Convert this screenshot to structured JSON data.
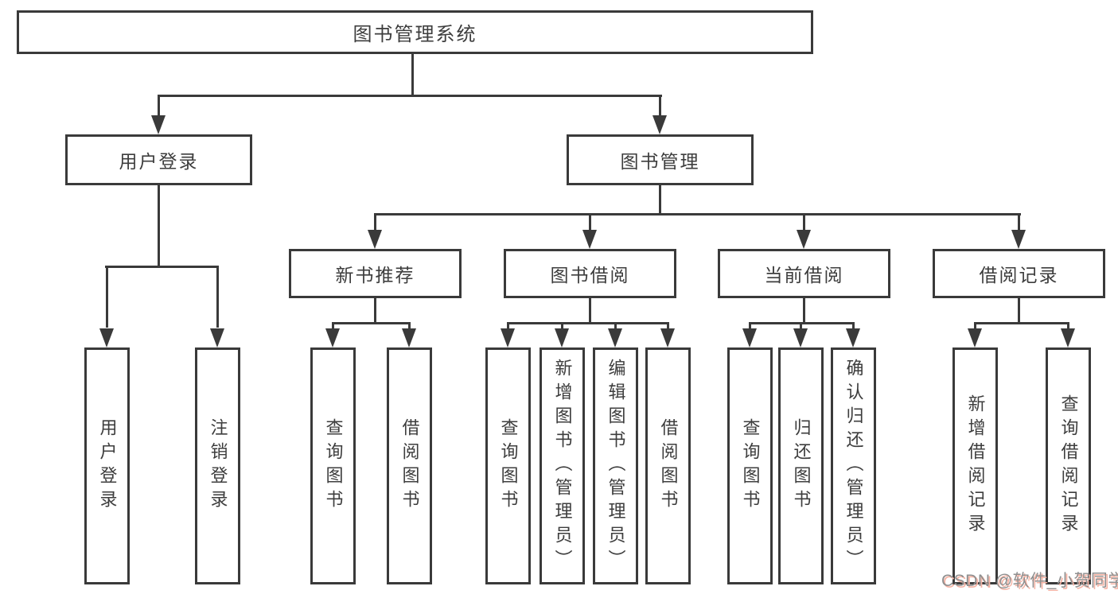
{
  "diagram": {
    "title_node": {
      "label": "图书管理系统"
    },
    "level2": [
      {
        "label": "用户登录"
      },
      {
        "label": "图书管理"
      }
    ],
    "level3": [
      {
        "label": "新书推荐"
      },
      {
        "label": "图书借阅"
      },
      {
        "label": "当前借阅"
      },
      {
        "label": "借阅记录"
      }
    ],
    "leaves": {
      "login": [
        "用户登录",
        "注销登录"
      ],
      "recommend": [
        "查询图书",
        "借阅图书"
      ],
      "borrow": [
        "查询图书",
        "新增图书（管理员）",
        "编辑图书（管理员）",
        "借阅图书"
      ],
      "current": [
        "查询图书",
        "归还图书",
        "确认归还（管理员）"
      ],
      "records": [
        "新增借阅记录",
        "查询借阅记录"
      ]
    }
  },
  "watermark": {
    "text": "CSDN @软件_小贺同学"
  },
  "colors": {
    "line": "#3a3a3a",
    "text": "#3d3d3d",
    "background": "#ffffff",
    "watermark_text": "#8f8f8f",
    "watermark_shadow": "#f5b3a4"
  }
}
